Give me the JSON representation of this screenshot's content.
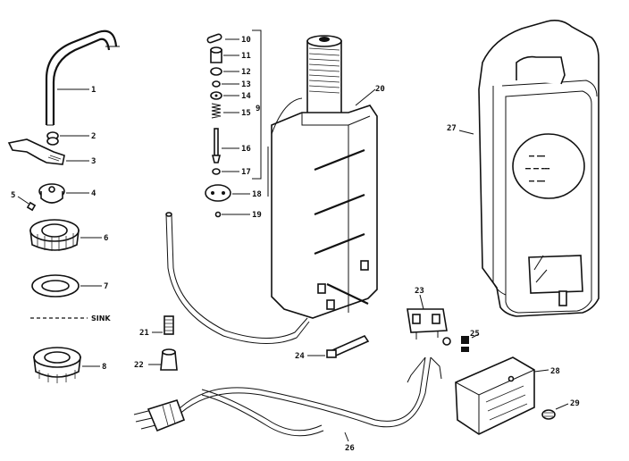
{
  "callouts": {
    "c1": "1",
    "c2": "2",
    "c3": "3",
    "c4": "4",
    "c5": "5",
    "c6": "6",
    "c7": "7",
    "c8": "8",
    "c9": "9",
    "c10": "10",
    "c11": "11",
    "c12": "12",
    "c13": "13",
    "c14": "14",
    "c15": "15",
    "c16": "16",
    "c17": "17",
    "c18": "18",
    "c19": "19",
    "c20": "20",
    "c21": "21",
    "c22": "22",
    "c23": "23",
    "c24": "24",
    "c25": "25",
    "c26": "26",
    "c27": "27",
    "c28": "28",
    "c29": "29"
  },
  "sink_label": "SINK"
}
